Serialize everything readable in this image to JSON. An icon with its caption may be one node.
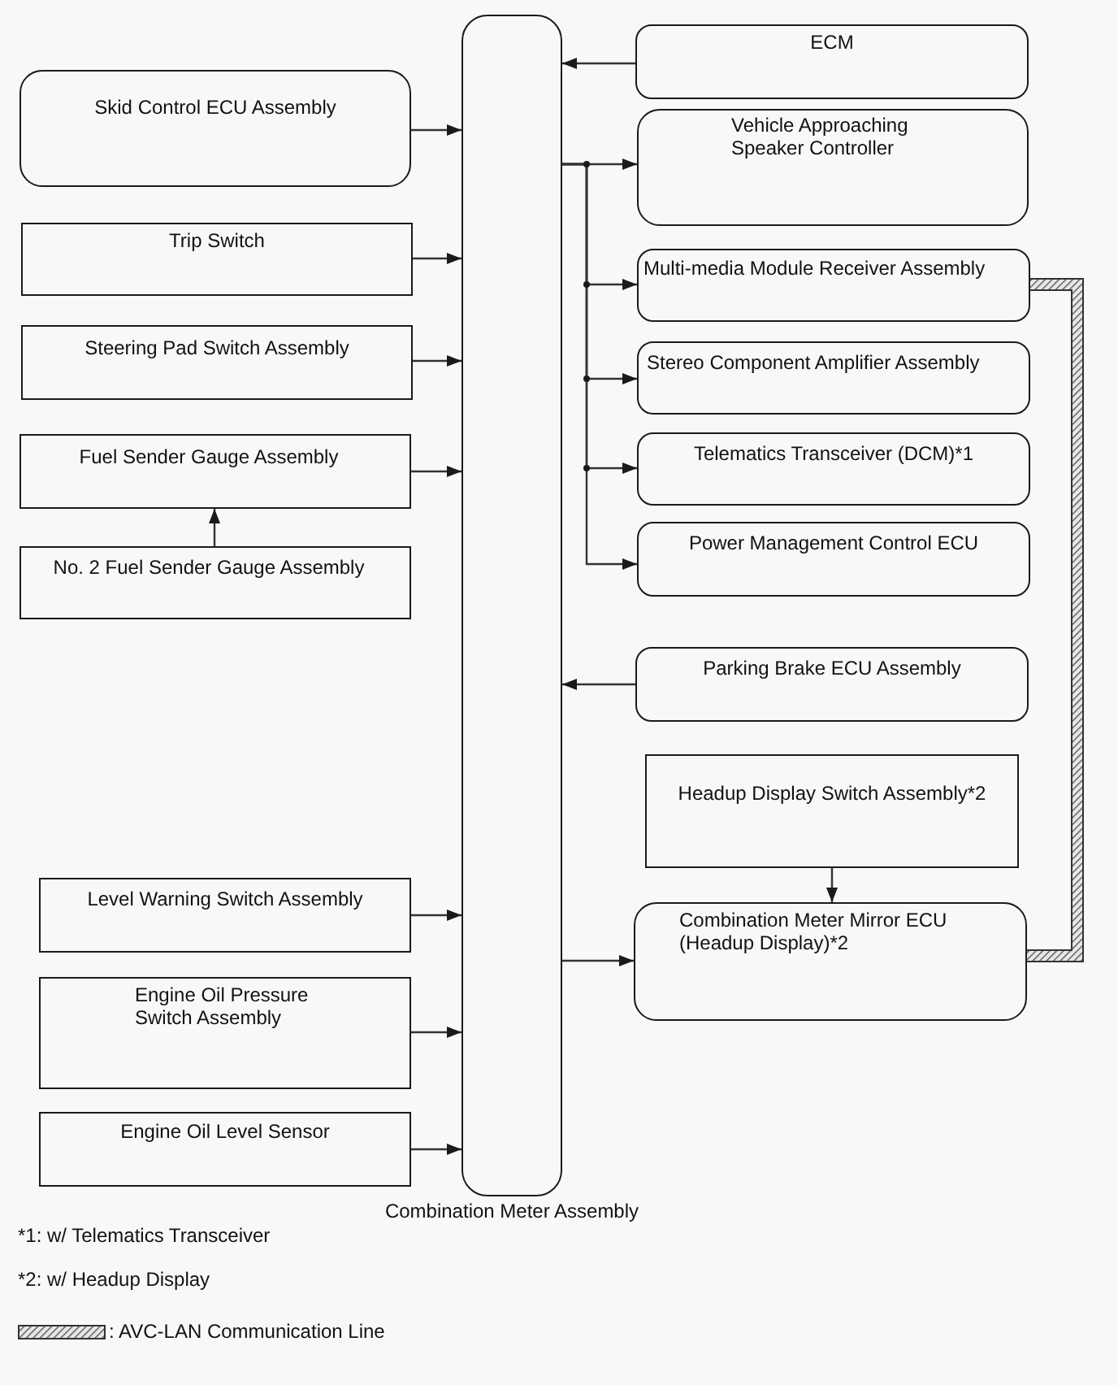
{
  "diagram": {
    "nodes": [
      {
        "text": [
          "Combination Meter Assembly"
        ]
      },
      {
        "text": [
          "Skid Control ECU Assembly"
        ]
      },
      {
        "text": [
          "Trip Switch"
        ]
      },
      {
        "text": [
          "Steering Pad Switch Assembly"
        ]
      },
      {
        "text": [
          "Fuel Sender Gauge Assembly"
        ]
      },
      {
        "text": [
          "No. 2 Fuel Sender Gauge Assembly"
        ]
      },
      {
        "text": [
          "Level Warning Switch Assembly"
        ]
      },
      {
        "text": [
          "Engine Oil Pressure Switch Assembly"
        ]
      },
      {
        "text": [
          "Engine Oil Level Sensor"
        ]
      },
      {
        "text": [
          "ECM"
        ]
      },
      {
        "text": [
          "Vehicle Approaching Speaker Controller"
        ]
      },
      {
        "text": [
          "Multi-media Module Receiver Assembly"
        ]
      },
      {
        "text": [
          "Stereo Component Amplifier Assembly"
        ]
      },
      {
        "text": [
          "Telematics Transceiver (DCM)*1"
        ]
      },
      {
        "text": [
          "Power Management Control ECU"
        ]
      },
      {
        "text": [
          "Parking Brake ECU Assembly"
        ]
      },
      {
        "text": [
          "Headup Display Switch Assembly*2"
        ]
      },
      {
        "text": [
          "Combination Meter Mirror ECU (Headup Display)*2"
        ]
      }
    ],
    "edges": [
      {
        "from": 1,
        "to": 0,
        "arrow": "to"
      },
      {
        "from": 2,
        "to": 0,
        "arrow": "to"
      },
      {
        "from": 3,
        "to": 0,
        "arrow": "to"
      },
      {
        "from": 5,
        "to": 4,
        "arrow": "to"
      },
      {
        "from": 4,
        "to": 0,
        "arrow": "to"
      },
      {
        "from": 6,
        "to": 0,
        "arrow": "to"
      },
      {
        "from": 7,
        "to": 0,
        "arrow": "to"
      },
      {
        "from": 8,
        "to": 0,
        "arrow": "to"
      },
      {
        "from": 9,
        "to": 0,
        "arrow": "to"
      },
      {
        "from": 0,
        "to": 10,
        "arrow": "to"
      },
      {
        "from": 0,
        "to": 11,
        "arrow": "to"
      },
      {
        "from": 0,
        "to": 12,
        "arrow": "to"
      },
      {
        "from": 0,
        "to": 13,
        "arrow": "to"
      },
      {
        "from": 0,
        "to": 14,
        "arrow": "to"
      },
      {
        "from": 15,
        "to": 0,
        "arrow": "to"
      },
      {
        "from": 16,
        "to": 17,
        "arrow": "to"
      },
      {
        "from": 0,
        "to": 17,
        "arrow": "to"
      },
      {
        "from": 11,
        "to": 17,
        "arrow": "none",
        "style": "thick"
      }
    ],
    "labels": [
      "*1: w/ Telematics Transceiver",
      "*2: w/ Headup Display"
    ],
    "legend": [
      {
        "text": ": AVC-LAN Communication Line"
      }
    ]
  }
}
